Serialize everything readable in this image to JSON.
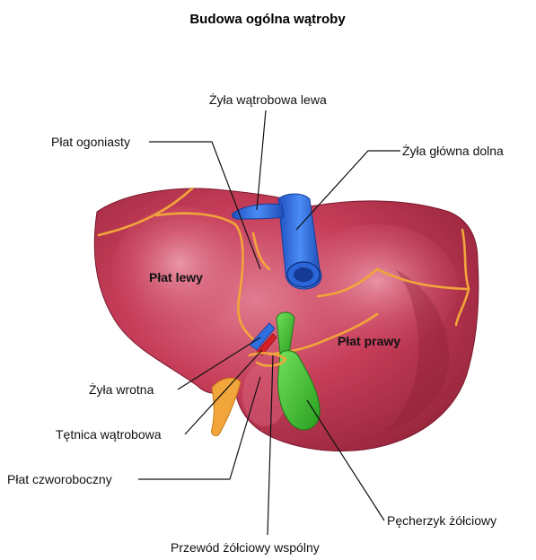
{
  "title": "Budowa ogólna wątroby",
  "labels": {
    "hepatic_vein_left": "Żyła wątrobowa lewa",
    "caudate_lobe": "Płat ogoniasty",
    "inferior_vena_cava": "Żyła główna dolna",
    "left_lobe": "Płat lewy",
    "right_lobe": "Płat prawy",
    "portal_vein": "Żyła wrotna",
    "hepatic_artery": "Tętnica wątrobowa",
    "quadrate_lobe": "Płat czworoboczny",
    "gallbladder": "Pęcherzyk żółciowy",
    "common_bile_duct": "Przewód żółciowy wspólny"
  },
  "colors": {
    "liver": "#c23b55",
    "liver_light": "#e48a9c",
    "liver_dark": "#8a1f33",
    "vessels_yellow": "#f2a53a",
    "vena_cava": "#2f6fe0",
    "gallbladder": "#3ec22d",
    "artery": "#d81f26"
  }
}
